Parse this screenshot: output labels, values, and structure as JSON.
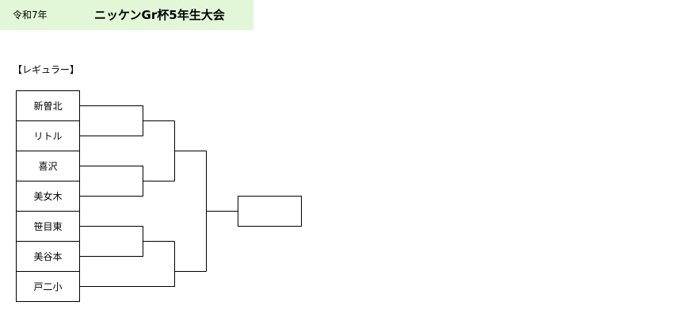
{
  "header": {
    "era": "令和7年",
    "title": "ニッケンGr杯5年生大会"
  },
  "section_label": "【レギュラー】",
  "teams": [
    "新曽北",
    "リトル",
    "喜沢",
    "美女木",
    "笹目東",
    "美谷本",
    "戸二小"
  ],
  "winner": "",
  "colors": {
    "header_bg": "#e2f7d8",
    "line": "#000000"
  }
}
